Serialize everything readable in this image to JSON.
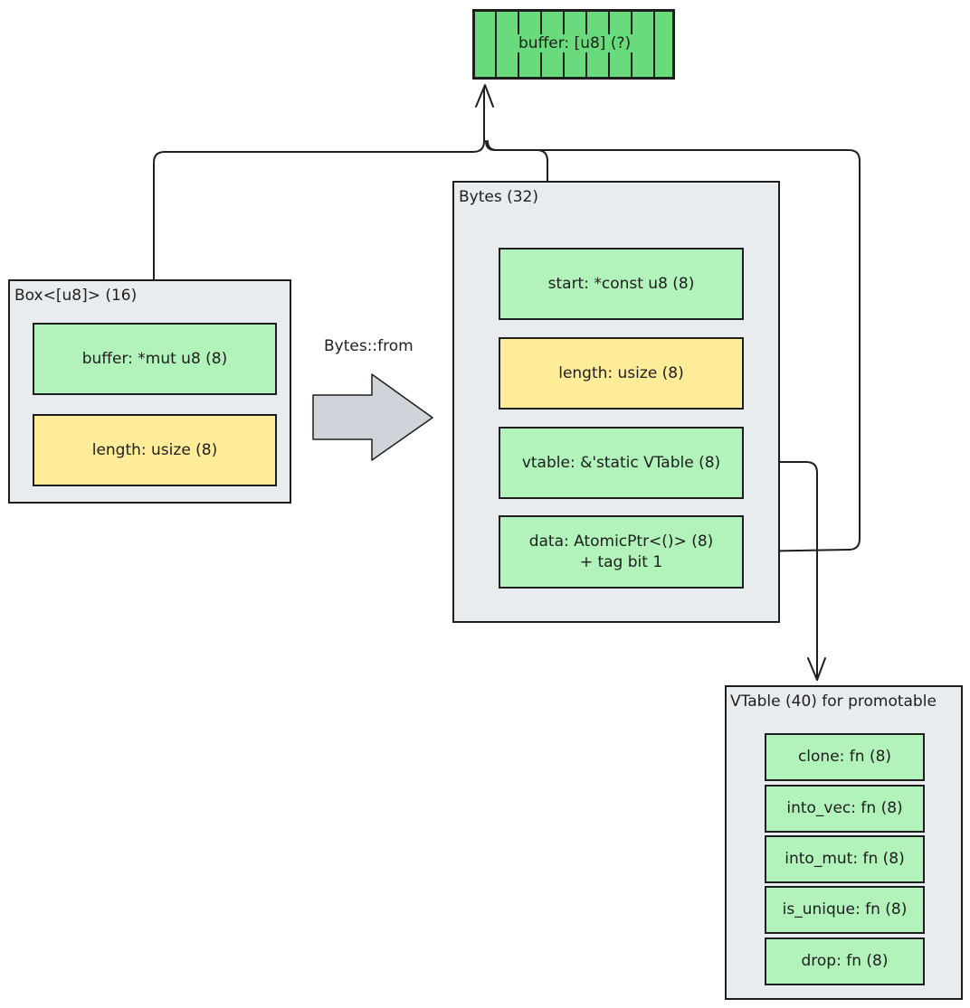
{
  "buffer": {
    "label": "buffer: [u8] (?)"
  },
  "box_struct": {
    "title": "Box<[u8]> (16)",
    "fields": [
      "buffer: *mut u8 (8)",
      "length: usize (8)"
    ]
  },
  "conversion": {
    "label": "Bytes::from"
  },
  "bytes_struct": {
    "title": "Bytes (32)",
    "fields": [
      "start: *const u8 (8)",
      "length: usize (8)",
      "vtable: &'static VTable (8)",
      "data: AtomicPtr<()> (8)\n+ tag bit 1"
    ]
  },
  "vtable_struct": {
    "title": "VTable (40) for promotable",
    "fields": [
      "clone: fn (8)",
      "into_vec: fn (8)",
      "into_mut: fn (8)",
      "is_unique: fn (8)",
      "drop: fn (8)"
    ]
  },
  "colors": {
    "pointer_field": "#b2f2bb",
    "size_field": "#ffec99",
    "buffer_fill": "#69db7c",
    "container": "#e9ecef",
    "arrow_fill": "#ced4da",
    "stroke": "#1e1e1e"
  }
}
